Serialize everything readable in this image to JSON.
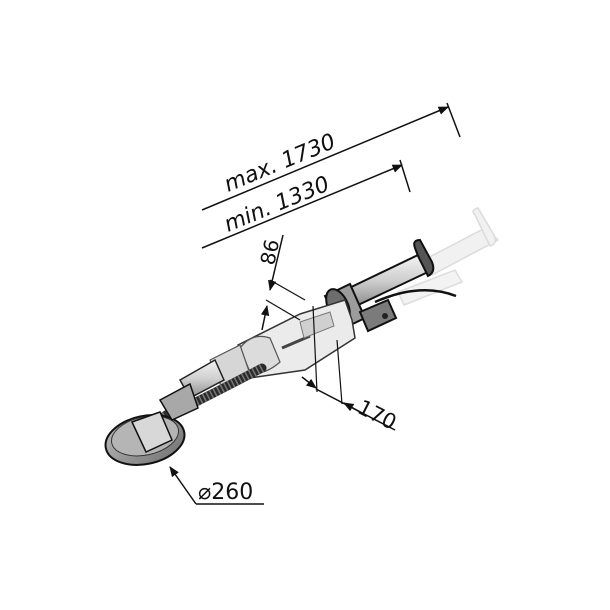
{
  "diagram": {
    "subject": "long-reach drywall sander dimension drawing",
    "colors": {
      "background": "#ffffff",
      "line": "#111111",
      "body_light": "#e6e6e6",
      "body_mid": "#bdbdbd",
      "body_dark": "#7a7a7a",
      "ghost": "#ececec"
    },
    "dimensions": {
      "max_length": {
        "label": "max. 1730",
        "value": 1730,
        "unit": "mm"
      },
      "min_length": {
        "label": "min. 1330",
        "value": 1330,
        "unit": "mm"
      },
      "motor_height": {
        "label": "86",
        "value": 86,
        "unit": "mm"
      },
      "motor_width": {
        "label": "170",
        "value": 170,
        "unit": "mm"
      },
      "pad_diameter": {
        "label": "⌀260",
        "value": 260,
        "unit": "mm"
      }
    }
  }
}
